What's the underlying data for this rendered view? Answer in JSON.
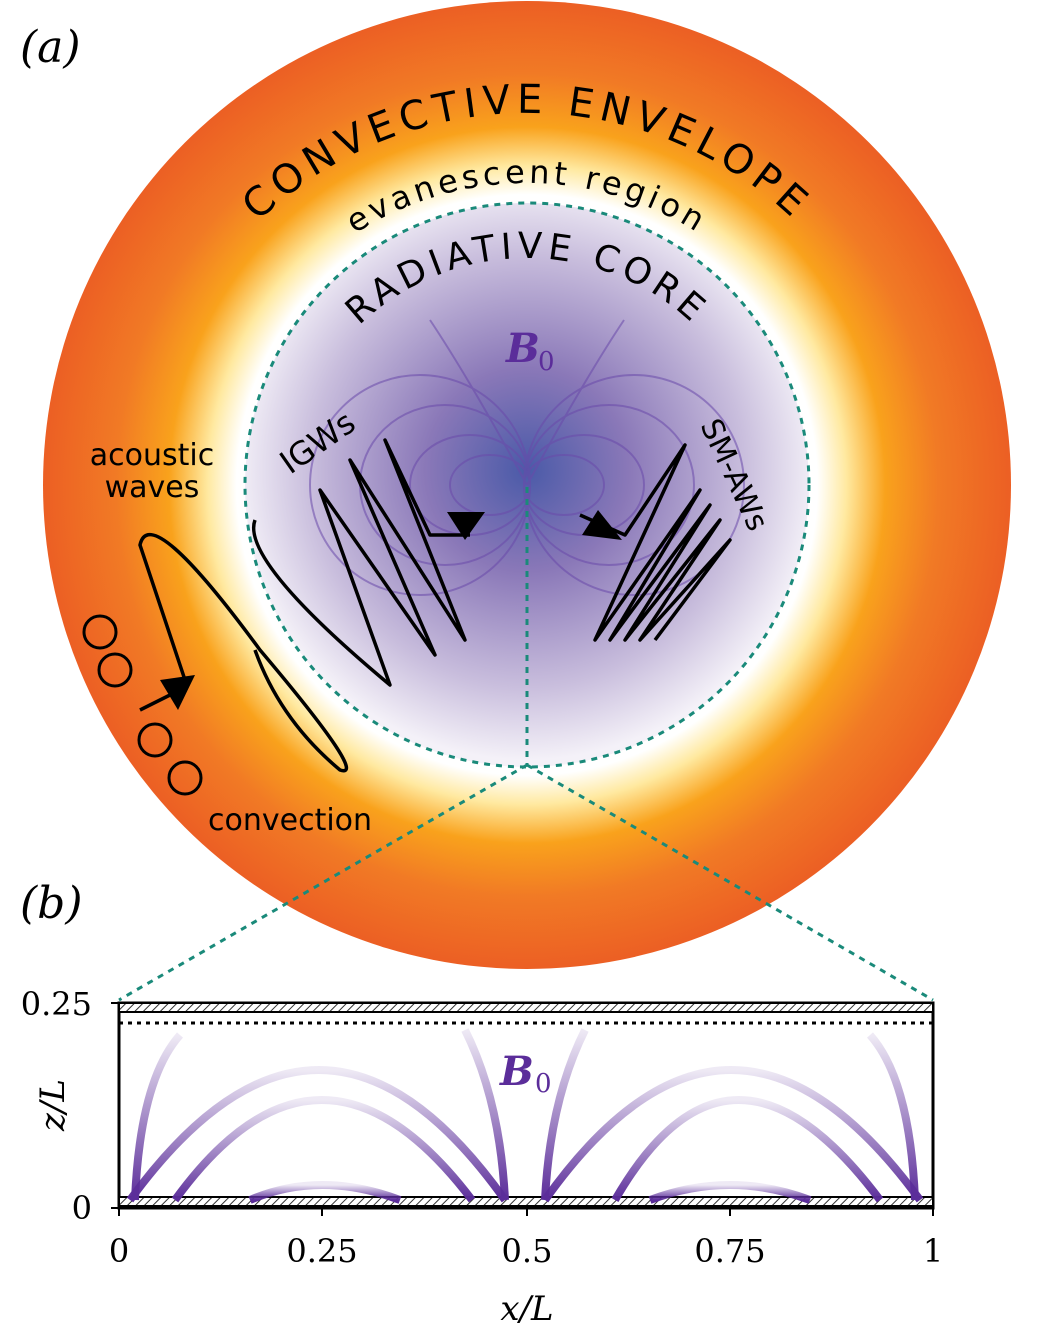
{
  "panel_a": {
    "label": "(a)",
    "convective_envelope": "CONVECTIVE ENVELOPE",
    "evanescent_region": "evanescent region",
    "radiative_core": "RADIATIVE CORE",
    "field_label": "B",
    "field_subscript": "0",
    "igws": "IGWs",
    "sm_aws": "SM-AWs",
    "acoustic_line1": "acoustic",
    "acoustic_line2": "waves",
    "convection": "convection"
  },
  "panel_b": {
    "label": "(b)",
    "field_label": "B",
    "field_subscript": "0",
    "xlabel": "x/L",
    "ylabel": "z/L",
    "xticks": [
      "0",
      "0.25",
      "0.5",
      "0.75",
      "1"
    ],
    "yticks": [
      "0",
      "0.25"
    ]
  },
  "colors": {
    "envelope": "#ef6a24",
    "core": "#6a5aa8",
    "dashed": "#1a8a7a",
    "field": "#5b2d9a"
  }
}
